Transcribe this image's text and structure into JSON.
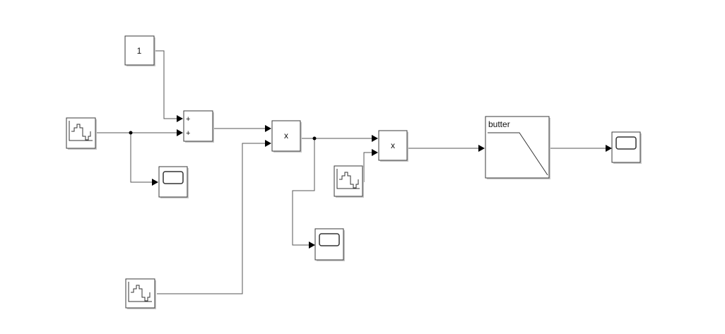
{
  "blocks": {
    "constant": {
      "value": "1"
    },
    "sum": {
      "signs": [
        "+",
        "+"
      ]
    },
    "product_1": {
      "op": "x"
    },
    "product_2": {
      "op": "x"
    },
    "butter": {
      "label": "butter"
    }
  },
  "icons": {
    "source": "signal-generator-icon",
    "scope": "scope-icon",
    "filter": "lowpass-filter-icon"
  }
}
